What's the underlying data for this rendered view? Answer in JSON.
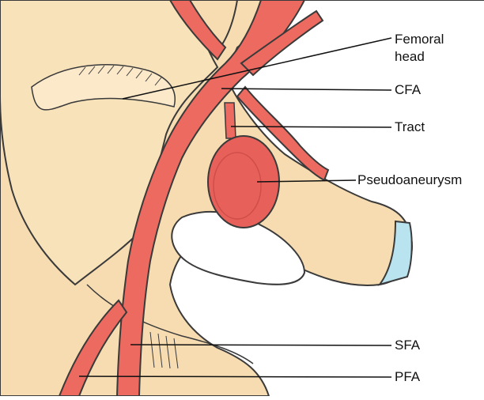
{
  "labels": {
    "femoral_head_1": "Femoral",
    "femoral_head_2": "head",
    "cfa": "CFA",
    "tract": "Tract",
    "pseudoaneurysm": "Pseudoaneurysm",
    "sfa": "SFA",
    "pfa": "PFA"
  },
  "colors": {
    "bone": "#f6dcb0",
    "bone_outline": "#3a3a3a",
    "artery": "#ec6a60",
    "pseudoaneurysm": "#e8605a",
    "cartilage": "#b9e3ee",
    "leader_line": "#111111"
  }
}
